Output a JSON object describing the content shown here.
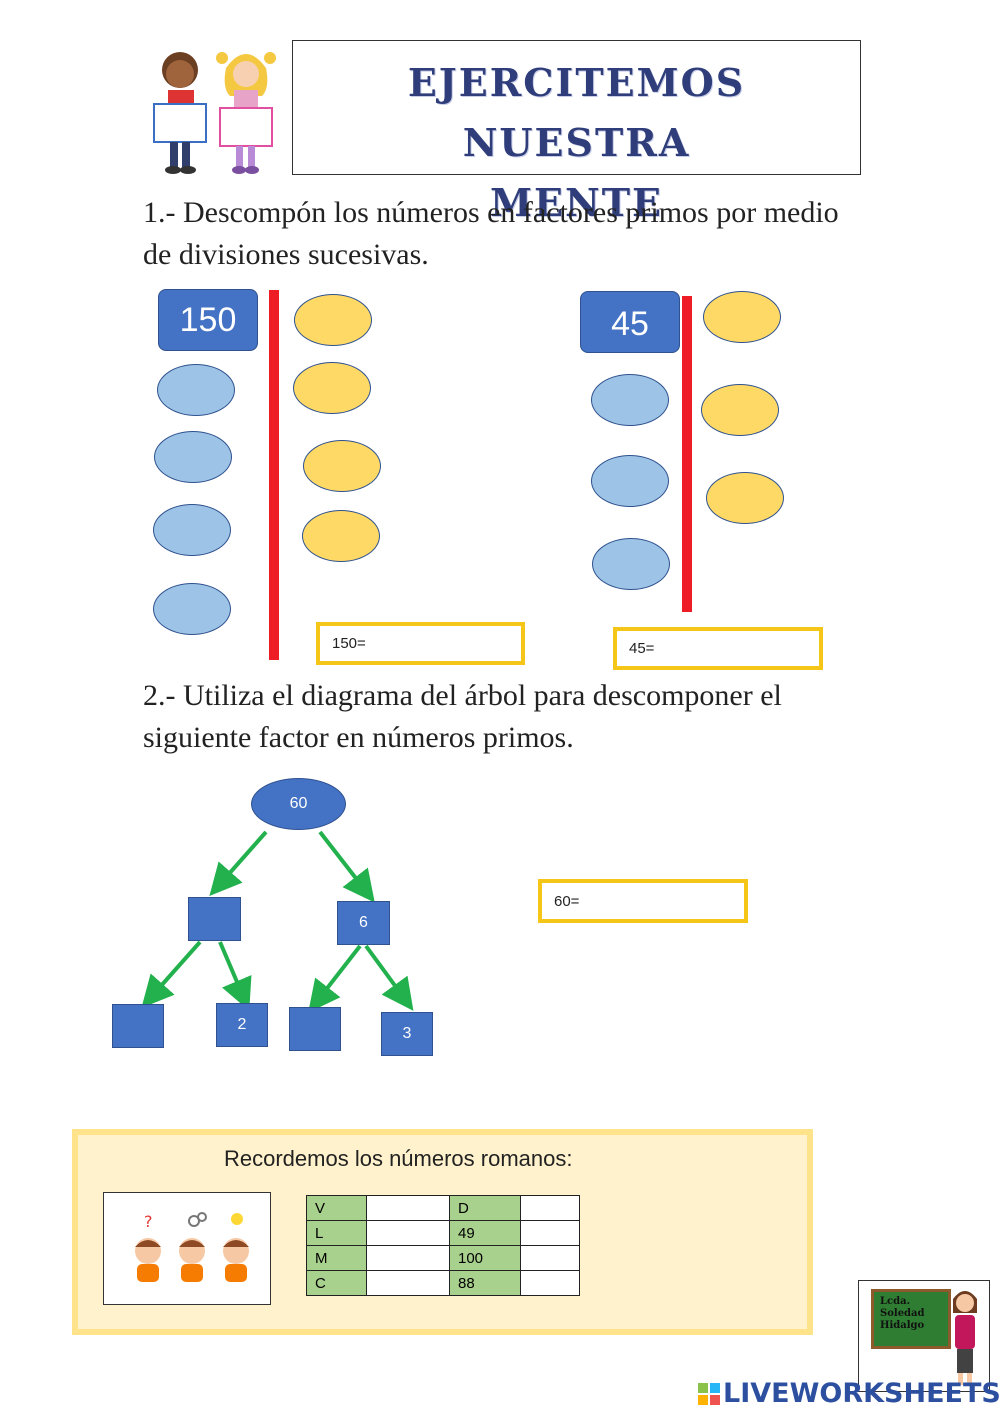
{
  "header": {
    "title_line1": "EJERCITEMOS NUESTRA",
    "title_line2": "MENTE"
  },
  "question1": {
    "text_line1": "1.- Descompón los números en factores primos por medio",
    "text_line2": "de divisiones sucesivas.",
    "left_number": "150",
    "left_answer_label": "150=",
    "right_number": "45",
    "right_answer_label": "45="
  },
  "question2": {
    "text_line1": "2.- Utiliza el diagrama del árbol para descomponer el",
    "text_line2": "siguiente factor en números primos.",
    "root": "60",
    "node_right": "6",
    "leaf_2": "2",
    "leaf_4": "3",
    "answer_label": "60="
  },
  "roman": {
    "title": "Recordemos los números romanos:",
    "rows": [
      {
        "a": "V",
        "b": "",
        "c": "D",
        "d": ""
      },
      {
        "a": "L",
        "b": "",
        "c": "49",
        "d": ""
      },
      {
        "a": "M",
        "b": "",
        "c": "100",
        "d": ""
      },
      {
        "a": "C",
        "b": "",
        "c": "88",
        "d": ""
      }
    ]
  },
  "teacher_badge": {
    "line1": "Lcda.",
    "line2": "Soledad",
    "line3": "Hidalgo"
  },
  "footer": {
    "brand": "LIVEWORKSHEETS"
  },
  "colors": {
    "accent_blue": "#4472c4",
    "red_bar": "#ee1c24",
    "answer_border": "#f5c518",
    "arrow_green": "#22b14c"
  }
}
